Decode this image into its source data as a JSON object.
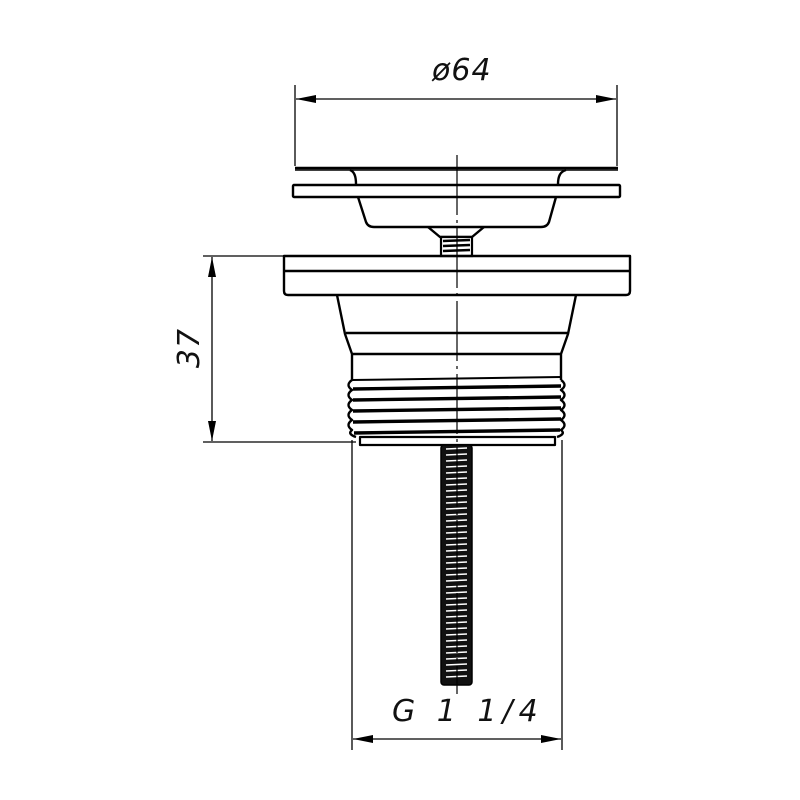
{
  "drawing": {
    "type": "technical-drawing",
    "subject": "sink drain strainer with plug and threaded rod",
    "line_color": "#000000",
    "background": "#ffffff",
    "dimensions": {
      "top_diameter": "ø64",
      "height": "37",
      "thread": "G 1 1/4"
    }
  }
}
